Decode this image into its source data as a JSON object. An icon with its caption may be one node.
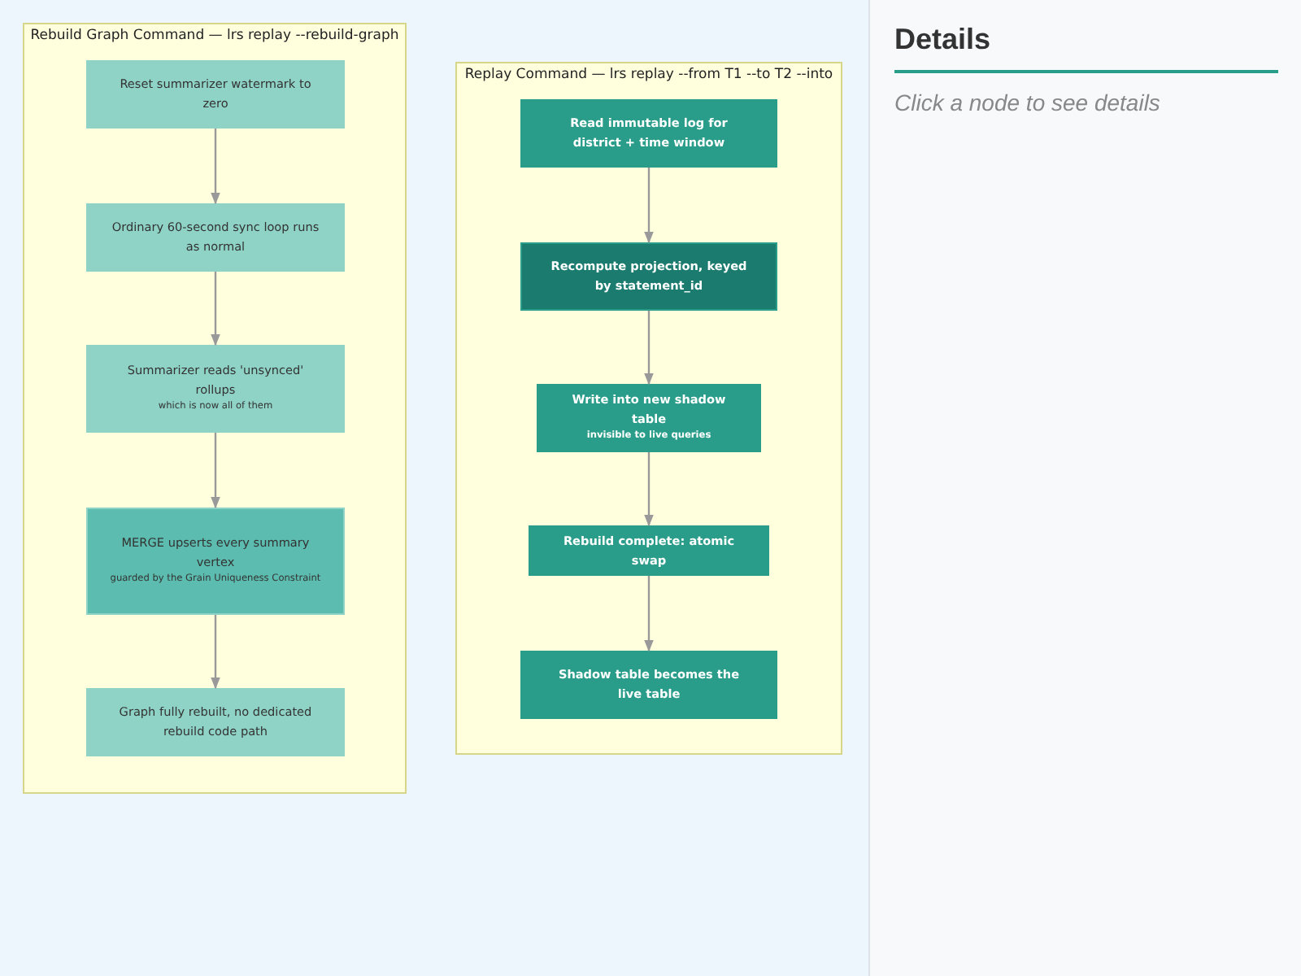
{
  "diagram": {
    "nodes": [
      {
        "text": [
          "Rebuild Graph Command — lrs replay --rebuild-graph"
        ]
      },
      {
        "text": [
          "Reset summarizer watermark to zero"
        ],
        "in": 0
      },
      {
        "text": [
          "Ordinary 60-second sync loop runs as normal"
        ],
        "in": 0
      },
      {
        "text": [
          "Summarizer reads 'unsynced' rollups",
          "which is now all of them"
        ],
        "in": 0
      },
      {
        "text": [
          "MERGE upserts every summary vertex",
          "guarded by the Grain Uniqueness Constraint"
        ],
        "in": 0
      },
      {
        "text": [
          "Graph fully rebuilt, no dedicated rebuild code path"
        ],
        "in": 0
      },
      {
        "text": [
          "Replay Command — lrs replay --from T1 --to T2 --into"
        ]
      },
      {
        "text": [
          "Read immutable log for district + time window"
        ],
        "in": 6
      },
      {
        "text": [
          "Recompute projection, keyed by statement_id"
        ],
        "in": 6
      },
      {
        "text": [
          "Write into new shadow table",
          "invisible to live queries"
        ],
        "in": 6
      },
      {
        "text": [
          "Rebuild complete: atomic swap"
        ],
        "in": 6
      },
      {
        "text": [
          "Shadow table becomes the live table"
        ],
        "in": 6
      }
    ],
    "edges": [
      {
        "from": 1,
        "to": 2,
        "arrow": "to"
      },
      {
        "from": 2,
        "to": 3,
        "arrow": "to"
      },
      {
        "from": 3,
        "to": 4,
        "arrow": "to"
      },
      {
        "from": 4,
        "to": 5,
        "arrow": "to"
      },
      {
        "from": 7,
        "to": 8,
        "arrow": "to"
      },
      {
        "from": 8,
        "to": 9,
        "arrow": "to"
      },
      {
        "from": 9,
        "to": 10,
        "arrow": "to"
      },
      {
        "from": 10,
        "to": 11,
        "arrow": "to"
      }
    ],
    "labels": [
      "Details",
      "Click a node to see details"
    ]
  }
}
